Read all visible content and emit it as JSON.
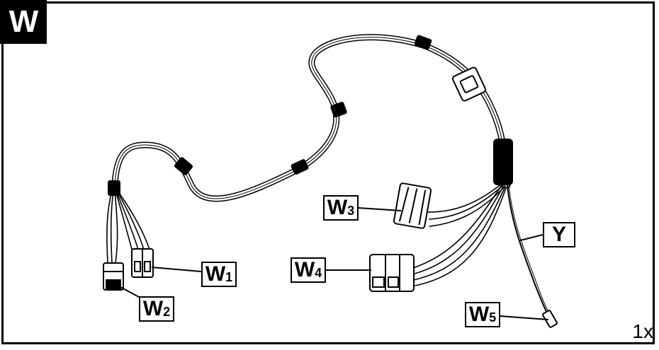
{
  "section_label": "W",
  "quantity": "1x",
  "callouts": {
    "w1": {
      "letter": "W",
      "sub": "1"
    },
    "w2": {
      "letter": "W",
      "sub": "2"
    },
    "w3": {
      "letter": "W",
      "sub": "3"
    },
    "w4": {
      "letter": "W",
      "sub": "4"
    },
    "w5": {
      "letter": "W",
      "sub": "5"
    },
    "y": {
      "letter": "Y"
    }
  }
}
